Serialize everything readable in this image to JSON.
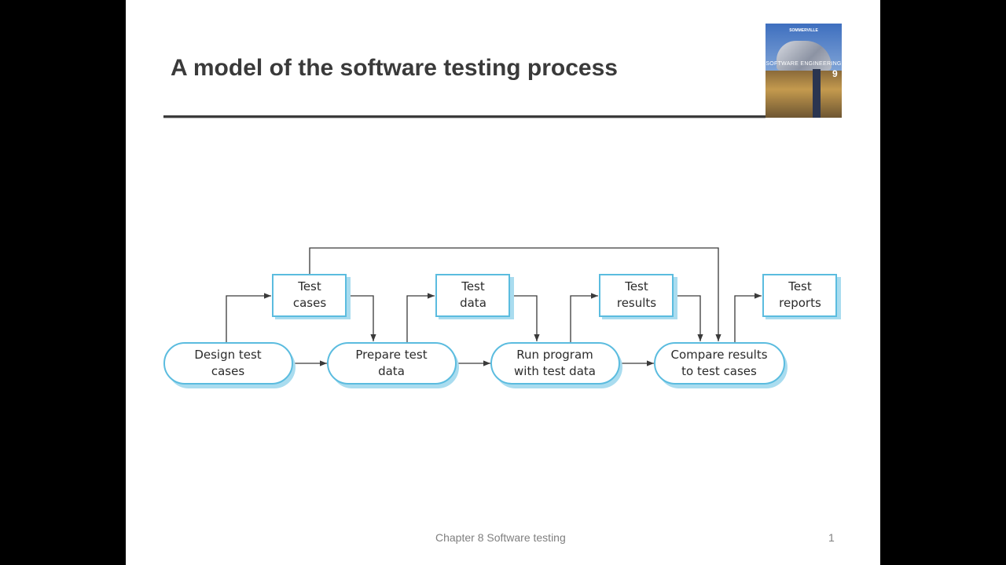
{
  "slide": {
    "title": "A model of the software testing process",
    "footer": "Chapter 8 Software testing",
    "page_number": "1"
  },
  "book_cover": {
    "author": "SOMMERVILLE",
    "title": "SOFTWARE ENGINEERING",
    "edition": "9"
  },
  "diagram": {
    "processes": [
      {
        "id": "design",
        "lines": [
          "Design test",
          "cases"
        ]
      },
      {
        "id": "prepare",
        "lines": [
          "Prepare test",
          "data"
        ]
      },
      {
        "id": "run",
        "lines": [
          "Run program",
          "with test data"
        ]
      },
      {
        "id": "compare",
        "lines": [
          "Compare results",
          "to test cases"
        ]
      }
    ],
    "artifacts": [
      {
        "id": "test-cases",
        "lines": [
          "Test",
          "cases"
        ]
      },
      {
        "id": "test-data",
        "lines": [
          "Test",
          "data"
        ]
      },
      {
        "id": "test-results",
        "lines": [
          "Test",
          "results"
        ]
      },
      {
        "id": "test-reports",
        "lines": [
          "Test",
          "reports"
        ]
      }
    ]
  },
  "colors": {
    "node_border": "#5bbcdf",
    "node_shadow": "#a9dcef",
    "edge": "#3a3a3a",
    "title": "#3a3a3a"
  }
}
